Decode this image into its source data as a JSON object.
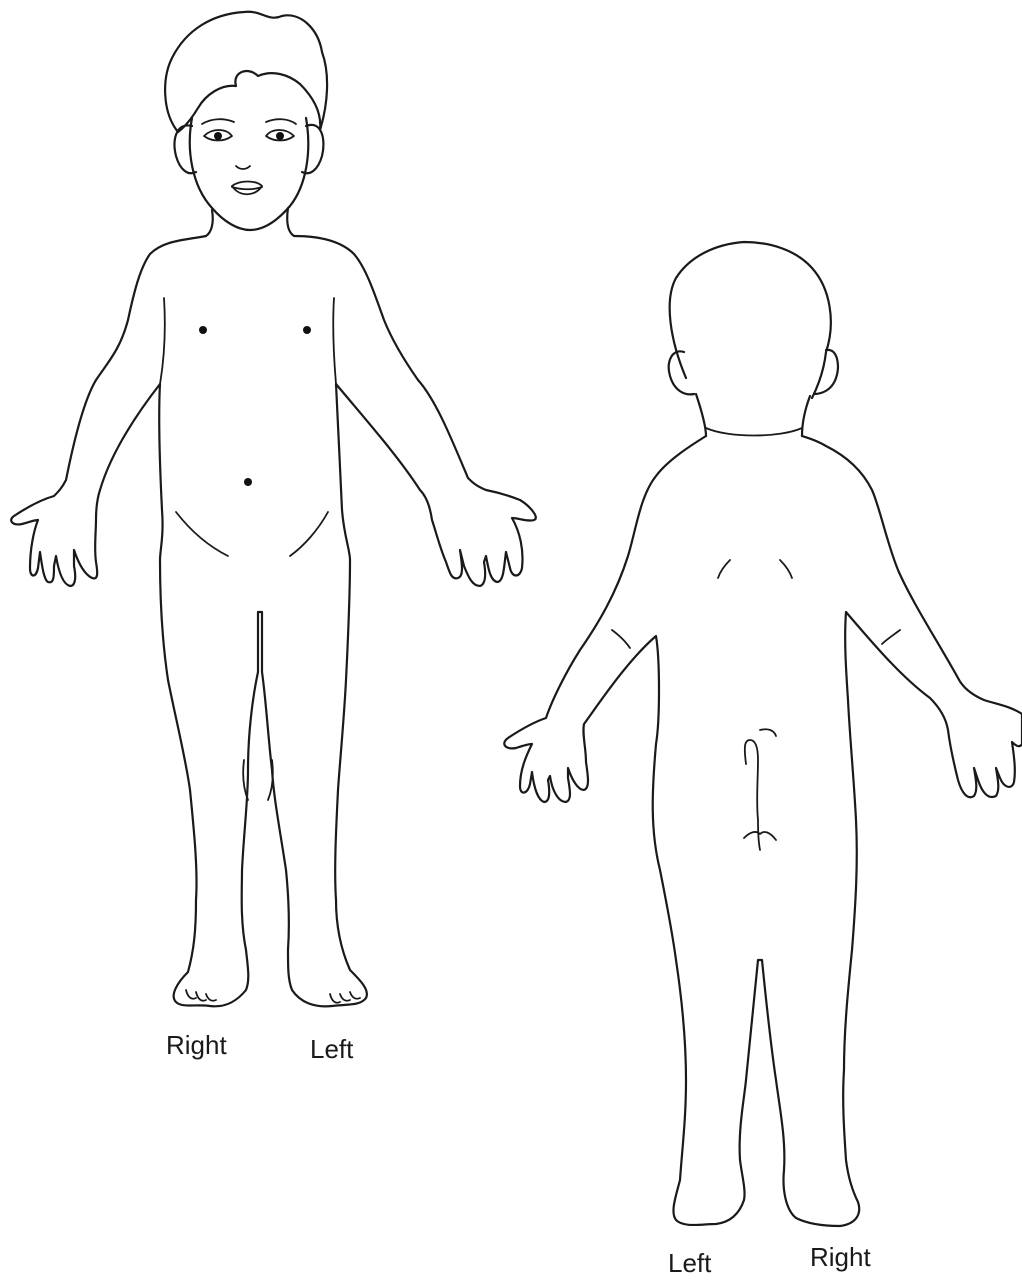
{
  "front_view": {
    "label_right": "Right",
    "label_left": "Left"
  },
  "back_view": {
    "label_left": "Left",
    "label_right": "Right"
  },
  "colors": {
    "line": "#1a1a1a",
    "background": "#ffffff"
  }
}
